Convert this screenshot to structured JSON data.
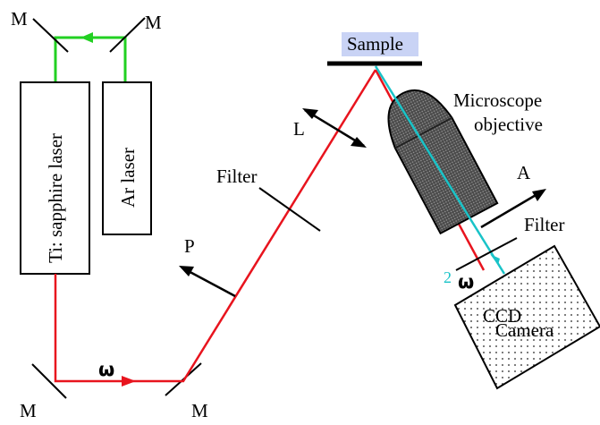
{
  "labels": {
    "mirror": "M",
    "sample": "Sample",
    "microscope_line1": "Microscope",
    "microscope_line2": "objective",
    "lens": "L",
    "filter": "Filter",
    "polarizer": "P",
    "analyzer": "A",
    "ccd_line1": "CCD",
    "ccd_line2": "Camera",
    "ti_laser": "Ti: sapphire laser",
    "ar_laser": "Ar laser",
    "omega": "ω",
    "two": "2"
  },
  "colors": {
    "fundamental_beam": "#e8141e",
    "shg_beam": "#19c3c8",
    "pump_beam": "#22d022",
    "sample_highlight": "#c9d3f5",
    "objective_fill": "#5a5a5a"
  }
}
